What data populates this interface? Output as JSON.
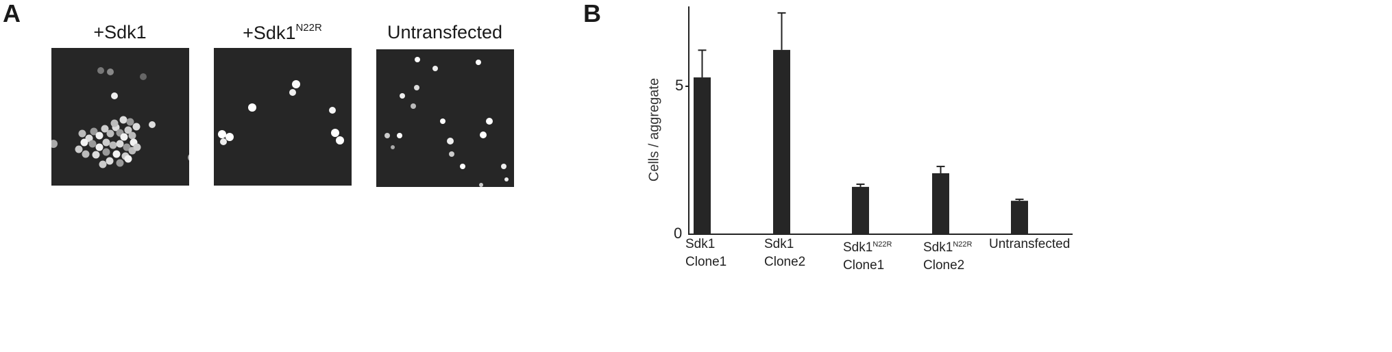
{
  "panel_a": {
    "letter": "A",
    "images": [
      {
        "title": "+Sdk1",
        "sup": ""
      },
      {
        "title": "+Sdk1",
        "sup": "N22R"
      },
      {
        "title": "Untransfected",
        "sup": ""
      }
    ]
  },
  "panel_b": {
    "letter": "B"
  },
  "chart_data": {
    "type": "bar",
    "ylabel": "Cells / aggregate",
    "xlabel": "",
    "ylim": [
      0,
      7.7
    ],
    "yticks": [
      "0",
      "5"
    ],
    "grid": false,
    "bar_color": "#262626",
    "categories": [
      {
        "line1": "Sdk1",
        "sup": "",
        "line2": "Clone1"
      },
      {
        "line1": "Sdk1",
        "sup": "",
        "line2": "Clone2"
      },
      {
        "line1": "Sdk1",
        "sup": "N22R",
        "line2": "Clone1"
      },
      {
        "line1": "Sdk1",
        "sup": "N22R",
        "line2": "Clone2"
      },
      {
        "line1": "Untransfected",
        "sup": "",
        "line2": ""
      }
    ],
    "values": [
      5.3,
      6.23,
      1.6,
      2.06,
      1.13
    ],
    "error_upper": [
      6.22,
      7.48,
      1.69,
      2.29,
      1.18
    ]
  }
}
